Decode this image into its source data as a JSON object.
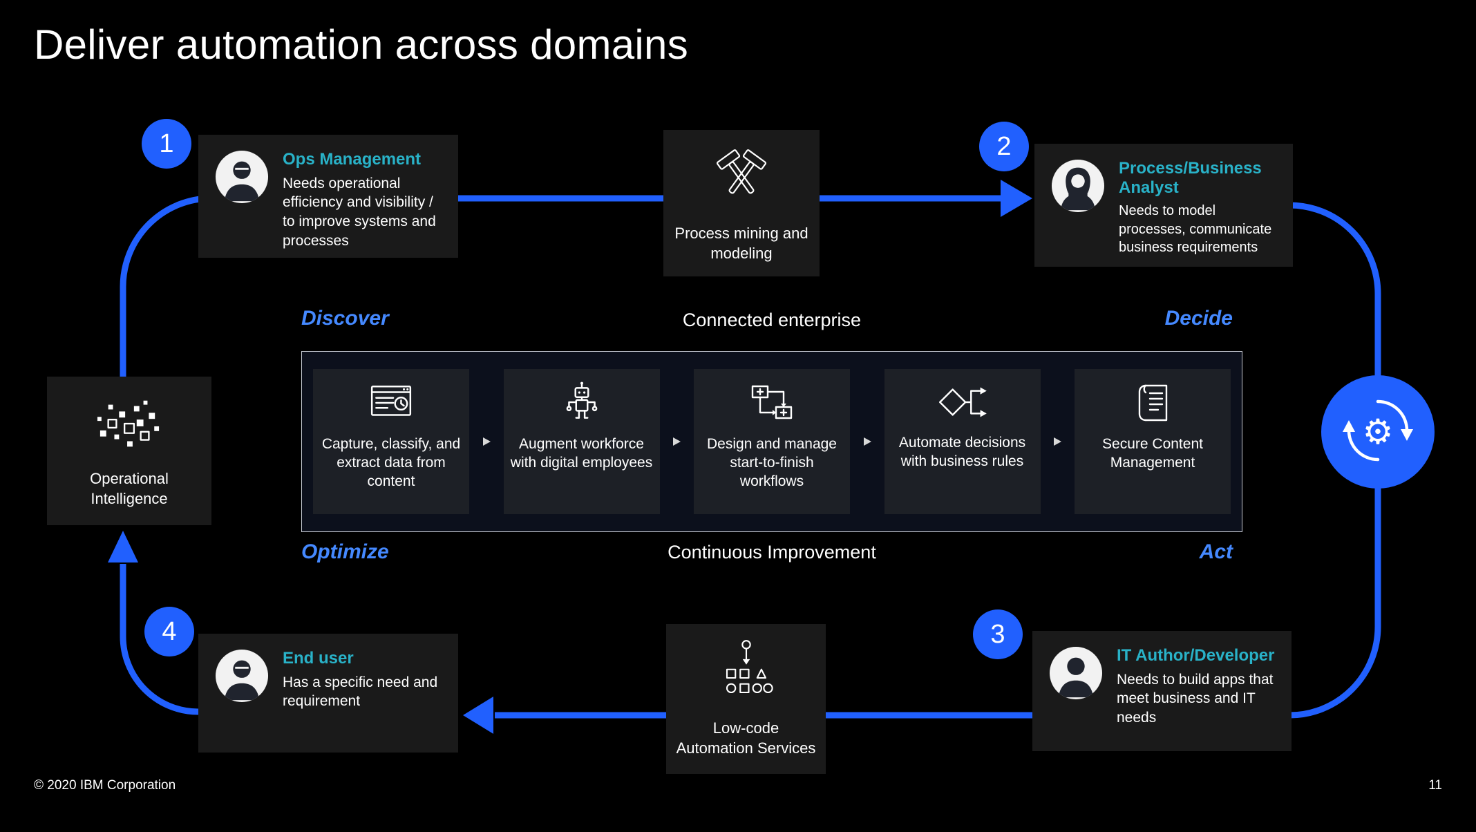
{
  "slide": {
    "title": "Deliver automation across domains",
    "footer": "© 2020 IBM Corporation",
    "page_number": "11"
  },
  "colors": {
    "background": "#000000",
    "panel": "#1a1a1a",
    "accent_blue": "#2160fe",
    "persona_teal": "#29b2c8",
    "phase_blue": "#4589ff"
  },
  "phases": {
    "discover": "Discover",
    "decide": "Decide",
    "optimize": "Optimize",
    "act": "Act",
    "top_caption": "Connected enterprise",
    "bottom_caption": "Continuous Improvement"
  },
  "personas": [
    {
      "number": "1",
      "role": "Ops Management",
      "description": "Needs operational efficiency and visibility / to improve systems and processes",
      "icon": "male-avatar-icon"
    },
    {
      "number": "2",
      "role": "Process/Business Analyst",
      "description": "Needs to model processes, communicate business requirements",
      "icon": "female-avatar-icon"
    },
    {
      "number": "3",
      "role": "IT Author/Developer",
      "description": "Needs to build apps that meet business and IT needs",
      "icon": "male-avatar-icon"
    },
    {
      "number": "4",
      "role": "End user",
      "description": "Has a specific need and requirement",
      "icon": "male-avatar-icon"
    }
  ],
  "nodes": {
    "process_mining": {
      "label": "Process mining and modeling",
      "icon": "crossed-hammers-icon"
    },
    "low_code": {
      "label": "Low-code Automation Services",
      "icon": "low-code-shapes-icon"
    },
    "operational_intelligence": {
      "label": "Operational Intelligence",
      "icon": "scattered-squares-icon"
    },
    "automation_hub": {
      "icon": "sync-gear-icon"
    }
  },
  "pipeline": {
    "steps": [
      {
        "label": "Capture, classify, and extract data from content",
        "icon": "content-capture-icon"
      },
      {
        "label": "Augment workforce with digital employees",
        "icon": "digital-employee-robot-icon"
      },
      {
        "label": "Design and manage start-to-finish workflows",
        "icon": "workflow-design-icon"
      },
      {
        "label": "Automate decisions with business rules",
        "icon": "decision-rules-icon"
      },
      {
        "label": "Secure Content Management",
        "icon": "secure-content-icon"
      }
    ]
  }
}
